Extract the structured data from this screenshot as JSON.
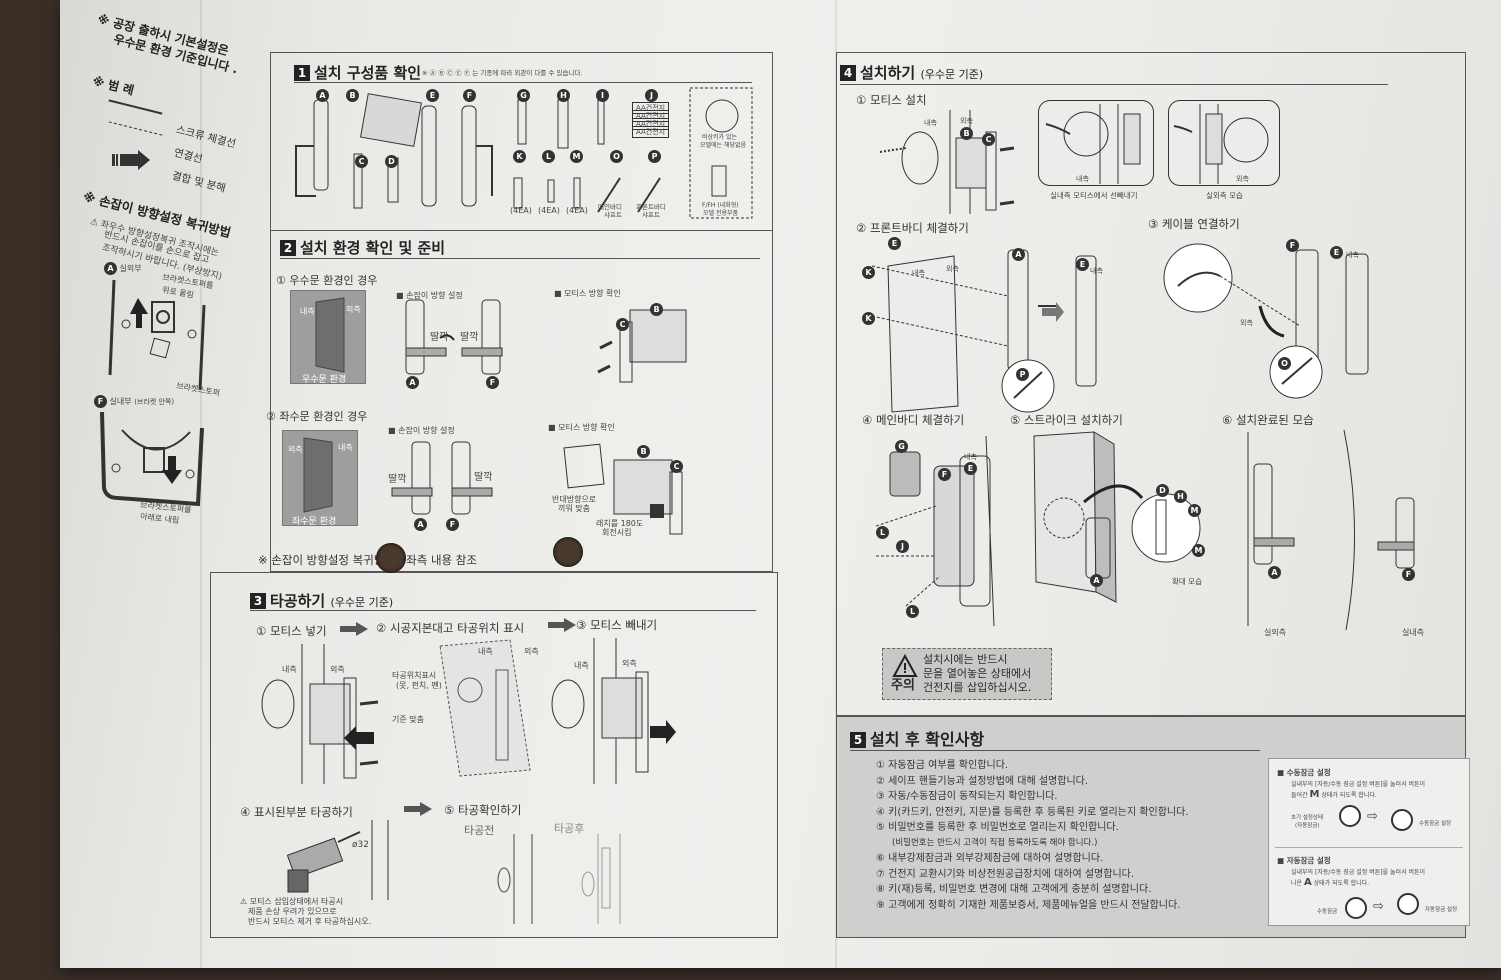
{
  "left_panel": {
    "factory_note_1": "※ 공장 출하시 기본설정은",
    "factory_note_2": "우수문 환경 기준입니다 .",
    "legend_title": "※ 범 례",
    "legend_screw": "스크류 체결선",
    "legend_connect": "연결선",
    "legend_join": "결합 및 분해",
    "reset_title": "※ 손잡이 방향설정 복귀방법",
    "reset_warning_1": "⚠ 좌우수 방향설정복귀 조작시에는",
    "reset_warning_2": "반드시 손잡이를 손으로 잡고",
    "reset_warning_3": "조작하시기 바랍니다. (부상방지)",
    "outside_a": "실외부",
    "bracket_up_1": "브라켓스토퍼를",
    "bracket_up_2": "위로 올림",
    "bracket_stopper": "브라켓스토퍼",
    "inside_f": "실내부",
    "inside_f_sub": "(브라켓 안쪽)",
    "bracket_down_1": "브라켓스토퍼를",
    "bracket_down_2": "아래로 내림"
  },
  "s1": {
    "num": "1",
    "title": "설치 구성품 확인",
    "note": "※ Ⓐ Ⓑ Ⓒ Ⓔ Ⓕ 는 기종에 따라 외관이 다를 수 있습니다.",
    "labels_top": [
      "A",
      "B",
      "E",
      "F",
      "G",
      "H",
      "I",
      "J"
    ],
    "labels_bottom": [
      "C",
      "D",
      "K",
      "L",
      "M",
      "O",
      "P"
    ],
    "battery": "AA건전지",
    "qty_k": "(4EA)",
    "qty_l": "(4EA)",
    "qty_m": "(4EA)",
    "main_shaft_1": "메인바디",
    "main_shaft_2": "샤프트",
    "front_shaft_1": "프론트바디",
    "front_shaft_2": "샤프트",
    "option_1": "비상키가 있는",
    "option_2": "모델에는 해당없음",
    "fh_1": "F/FH (내화형)",
    "fh_2": "모델 전용부품"
  },
  "s2": {
    "num": "2",
    "title": "설치 환경 확인 및 준비",
    "right_case": "① 우수문 환경인 경우",
    "handle_dir": "■ 손잡이 방향 설정",
    "mortise_dir": "■ 모티스 방향 확인",
    "inside": "내측",
    "outside": "외측",
    "right_env": "우수문 환경",
    "click": "딸깍",
    "left_case": "② 좌수문 환경인 경우",
    "left_env": "좌수문 환경",
    "reverse_1": "반대방향으로",
    "reverse_2": "끼워 맞춤",
    "latch_1": "래치를 180도",
    "latch_2": "회전시킴",
    "reset_ref": "※ 손잡이 방향설정 복귀방법 : 좌측 내용 참조"
  },
  "s3": {
    "num": "3",
    "title": "타공하기",
    "subtitle": "(우수문 기준)",
    "step1": "① 모티스 넣기",
    "step2": "② 시공지본대고 타공위치 표시",
    "step3": "③ 모티스 빼내기",
    "mark_1": "타공위치표시",
    "mark_2": "(못, 펀치, 펜)",
    "align": "기준 맞춤",
    "step4": "④ 표시된부분 타공하기",
    "step5": "⑤ 타공확인하기",
    "before": "타공전",
    "after": "타공후",
    "drill": "ø32",
    "warn_1": "⚠ 모티스 삽입상태에서 타공시",
    "warn_2": "제품 손상 우려가 있으므로",
    "warn_3": "반드시 모티스 제거 후 타공하십시오."
  },
  "s4": {
    "num": "4",
    "title": "설치하기",
    "subtitle": "(우수문 기준)",
    "step1": "① 모티스 설치",
    "cap_left": "실내측 모티스에서 선빼내기",
    "cap_right": "실외측 모습",
    "step2": "② 프론트바디 체결하기",
    "step3": "③ 케이블 연결하기",
    "step4": "④ 메인바디 체결하기",
    "step5": "⑤ 스트라이크 설치하기",
    "step6": "⑥ 설치완료된 모습",
    "zoom": "확대 모습",
    "outside_room": "실외측",
    "inside_room": "실내측",
    "caution_label": "주의",
    "caution_1": "설치시에는 반드시",
    "caution_2": "문을 열어놓은 상태에서",
    "caution_3": "건전지를 삽입하십시오."
  },
  "s5": {
    "num": "5",
    "title": "설치 후 확인사항",
    "items": [
      "① 자동잠금 여부를 확인합니다.",
      "② 세이프 핸들기능과 설정방법에 대해 설명합니다.",
      "③ 자동/수동잠금이 동작되는지 확인합니다.",
      "④ 키(카드키, 안전키, 지문)를 등록한 후 등록된 키로 열리는지 확인합니다.",
      "⑤ 비밀번호를 등록한 후 비밀번호로 열리는지 확인합니다.",
      "(비밀번호는 반드시 고객이 직접 등록하도록 해야 합니다.)",
      "⑥ 내부강제잠금과 외부강제잠금에 대하여 설명합니다.",
      "⑦ 건전지 교환시기와 비상전원공급장치에 대하여 설명합니다.",
      "⑧ 키(재)등록, 비밀번호 변경에 대해 고객에게 충분히 설명합니다.",
      "⑨ 고객에게 정확히 기재한 제품보증서, 제품메뉴얼을 반드시 전달합니다."
    ],
    "manual_lock_title": "■ 수동잠금 설정",
    "manual_lock_desc_1": "실내부의 [자동/수동 잠금 설정 버튼]을 눌러서 버튼이",
    "manual_lock_desc_2": "들어간",
    "manual_lock_desc_3": "상태가 되도록 합니다.",
    "manual_letter": "M",
    "manual_from_1": "초기 설정상태",
    "manual_from_2": "(자동잠금)",
    "manual_to": "수동잠금 설정",
    "auto_lock_title": "■ 자동잠금 설정",
    "auto_lock_desc_1": "실내부의 [자동/수동 잠금 설정 버튼]을 눌러서 버튼이",
    "auto_lock_desc_2": "나온",
    "auto_lock_desc_3": "상태가 되도록 합니다.",
    "auto_letter": "A",
    "auto_from": "수동잠금",
    "auto_to": "자동잠금 설정"
  }
}
